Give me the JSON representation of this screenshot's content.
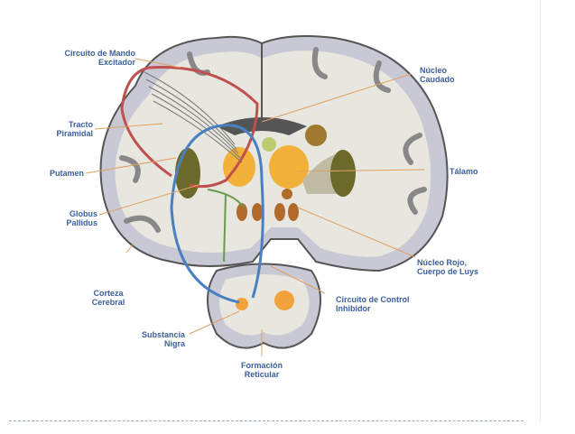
{
  "labels": {
    "circuito_mando": [
      "Circuito de Mando",
      "Excitador"
    ],
    "tracto_piramidal": [
      "Tracto",
      "Piramidal"
    ],
    "putamen": "Putamen",
    "globus_pallidus": [
      "Globus",
      "Pallidus"
    ],
    "corteza_cerebral": [
      "Corteza",
      "Cerebral"
    ],
    "substancia_nigra": [
      "Substancia",
      "Nigra"
    ],
    "formacion_reticular": [
      "Formación",
      "Reticular"
    ],
    "circuito_control": [
      "Circuito de Control",
      "Inhibidor"
    ],
    "nucleo_rojo": [
      "Núcleo Rojo,",
      "Cuerpo de Luys"
    ],
    "talamo": "Tálamo",
    "nucleo_caudado": [
      "Núcleo",
      "Caudado"
    ]
  },
  "colors": {
    "label": "#3a5f9e",
    "excitatory_circuit": "#c0504d",
    "inhibitory_circuit": "#4a7fc1",
    "leader_line": "#e0a060"
  }
}
